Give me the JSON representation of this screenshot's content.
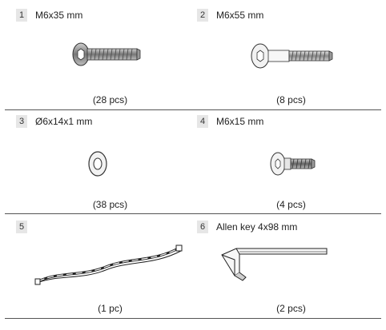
{
  "parts": [
    {
      "number": "1",
      "label": "M6x35 mm",
      "quantity": "(28 pcs)",
      "icon": "hex-socket-bolt-icon"
    },
    {
      "number": "2",
      "label": "M6x55 mm",
      "quantity": "(8 pcs)",
      "icon": "long-barrel-bolt-icon"
    },
    {
      "number": "3",
      "label": "Ø6x14x1 mm",
      "quantity": "(38 pcs)",
      "icon": "washer-icon"
    },
    {
      "number": "4",
      "label": "M6x15 mm",
      "quantity": "(4 pcs)",
      "icon": "short-bolt-icon"
    },
    {
      "number": "5",
      "label": "",
      "quantity": "(1 pc)",
      "icon": "cable-tie-icon"
    },
    {
      "number": "6",
      "label": "Allen key 4x98 mm",
      "quantity": "(2 pcs)",
      "icon": "allen-key-icon"
    }
  ]
}
